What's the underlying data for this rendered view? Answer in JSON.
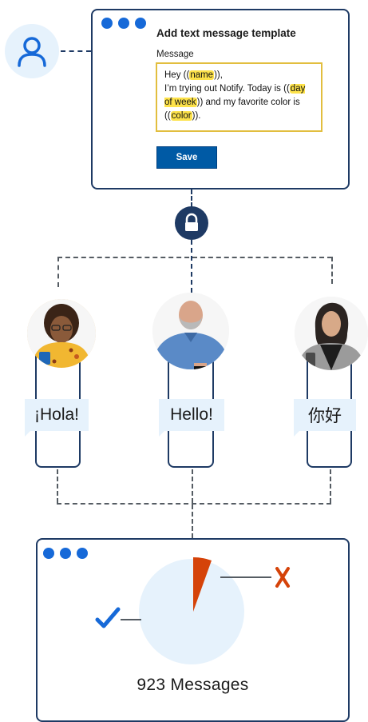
{
  "template_window": {
    "title": "Add text message template",
    "field_label": "Message",
    "message_parts": [
      {
        "text": "Hey ((",
        "highlight": false
      },
      {
        "text": "name",
        "highlight": true
      },
      {
        "text": ")),",
        "highlight": false
      },
      {
        "text": "\nI’m trying out Notify. Today is ((",
        "highlight": false
      },
      {
        "text": "day of week",
        "highlight": true
      },
      {
        "text": ")) and my favorite color is ((",
        "highlight": false
      },
      {
        "text": "color",
        "highlight": true
      },
      {
        "text": ")).",
        "highlight": false
      }
    ],
    "save_label": "Save"
  },
  "recipients": [
    {
      "greeting": "¡Hola!"
    },
    {
      "greeting": "Hello!"
    },
    {
      "greeting": "你好"
    }
  ],
  "results_window": {
    "total_label": "923 Messages",
    "success_icon": "checkmark-icon",
    "failure_icon": "x-mark-icon"
  },
  "colors": {
    "navy": "#1e3a64",
    "blue": "#1669d8",
    "highlight": "#fde24a",
    "failure": "#d54309",
    "pie_bg": "#e6f2fc"
  }
}
